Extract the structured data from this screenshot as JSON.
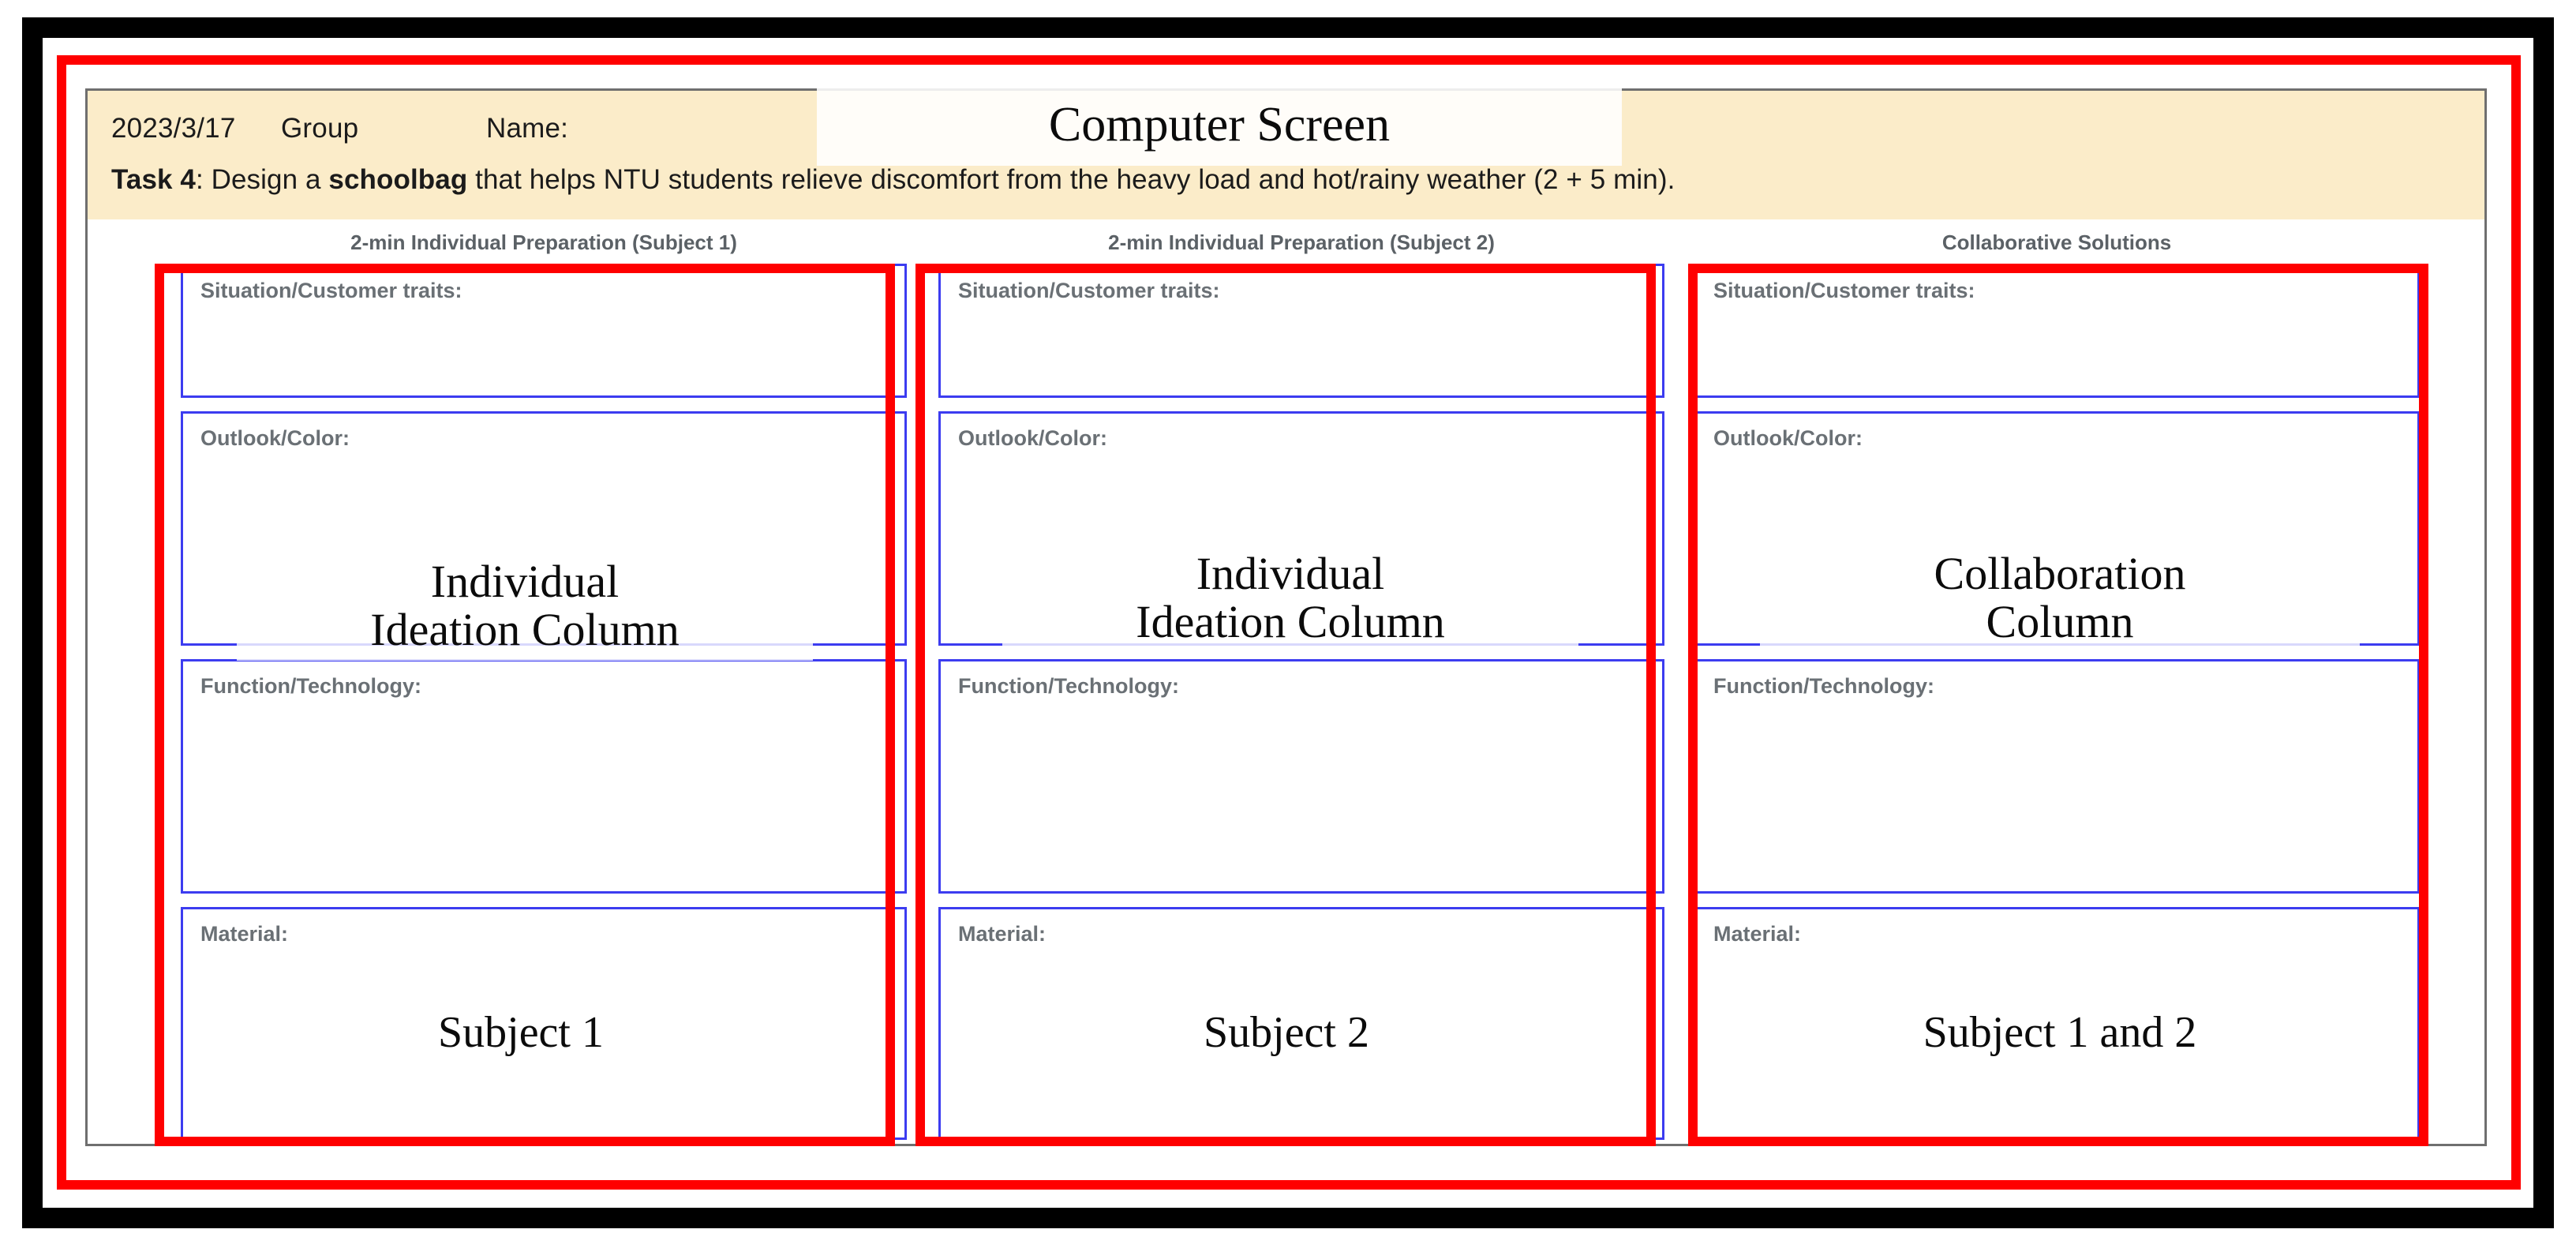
{
  "document": {
    "header": {
      "date": "2023/3/17",
      "group_label": "Group",
      "name_label": "Name:",
      "task_prefix": "Task 4",
      "task_separator": ": Design a ",
      "task_keyword": "schoolbag",
      "task_rest": " that helps NTU students relieve discomfort from the heavy load and hot/rainy weather (2 + 5 min)."
    },
    "columns": [
      {
        "title": "2-min Individual Preparation (Subject 1)",
        "fields": [
          {
            "label": "Situation/Customer traits:",
            "value": ""
          },
          {
            "label": "Outlook/Color:",
            "value": ""
          },
          {
            "label": "Function/Technology:",
            "value": ""
          },
          {
            "label": "Material:",
            "value": ""
          }
        ]
      },
      {
        "title": "2-min Individual Preparation (Subject 2)",
        "fields": [
          {
            "label": "Situation/Customer traits:",
            "value": ""
          },
          {
            "label": "Outlook/Color:",
            "value": ""
          },
          {
            "label": "Function/Technology:",
            "value": ""
          },
          {
            "label": "Material:",
            "value": ""
          }
        ]
      },
      {
        "title": "Collaborative Solutions",
        "fields": [
          {
            "label": "Situation/Customer traits:",
            "value": ""
          },
          {
            "label": "Outlook/Color:",
            "value": ""
          },
          {
            "label": "Function/Technology:",
            "value": ""
          },
          {
            "label": "Material:",
            "value": ""
          }
        ]
      }
    ]
  },
  "annotations": {
    "screen_label": "Computer Screen",
    "column_labels": [
      {
        "line1": "Individual",
        "line2": "Ideation Column",
        "subject": "Subject 1"
      },
      {
        "line1": "Individual",
        "line2": "Ideation Column",
        "subject": "Subject 2"
      },
      {
        "line1": "Collaboration",
        "line2": "Column",
        "subject": "Subject 1 and 2"
      }
    ]
  },
  "colors": {
    "annotation_red": "#ff0000",
    "frame_black": "#000000",
    "field_blue": "#3c3cf0",
    "header_yellow": "#fbecc9",
    "label_gray": "#6a7075",
    "doc_border_gray": "#6f6f6f"
  }
}
